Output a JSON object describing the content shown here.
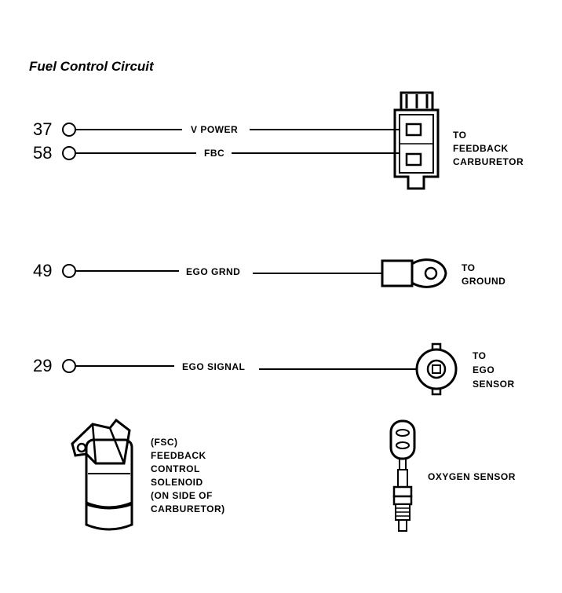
{
  "title": "Fuel Control Circuit",
  "circuits": [
    {
      "pin": "37",
      "label": "V POWER"
    },
    {
      "pin": "58",
      "label": "FBC"
    },
    {
      "pin": "49",
      "label": "EGO GRND"
    },
    {
      "pin": "29",
      "label": "EGO SIGNAL"
    }
  ],
  "targets": {
    "feedback_carb": [
      "TO",
      "FEEDBACK",
      "CARBURETOR"
    ],
    "ground": [
      "TO",
      "GROUND"
    ],
    "ego_sensor": [
      "TO",
      "EGO",
      "SENSOR"
    ]
  },
  "components": {
    "solenoid": [
      "(FSC)",
      "FEEDBACK",
      "CONTROL",
      "SOLENOID",
      "(ON SIDE OF",
      "CARBURETOR)"
    ],
    "oxygen_sensor": "OXYGEN SENSOR"
  }
}
